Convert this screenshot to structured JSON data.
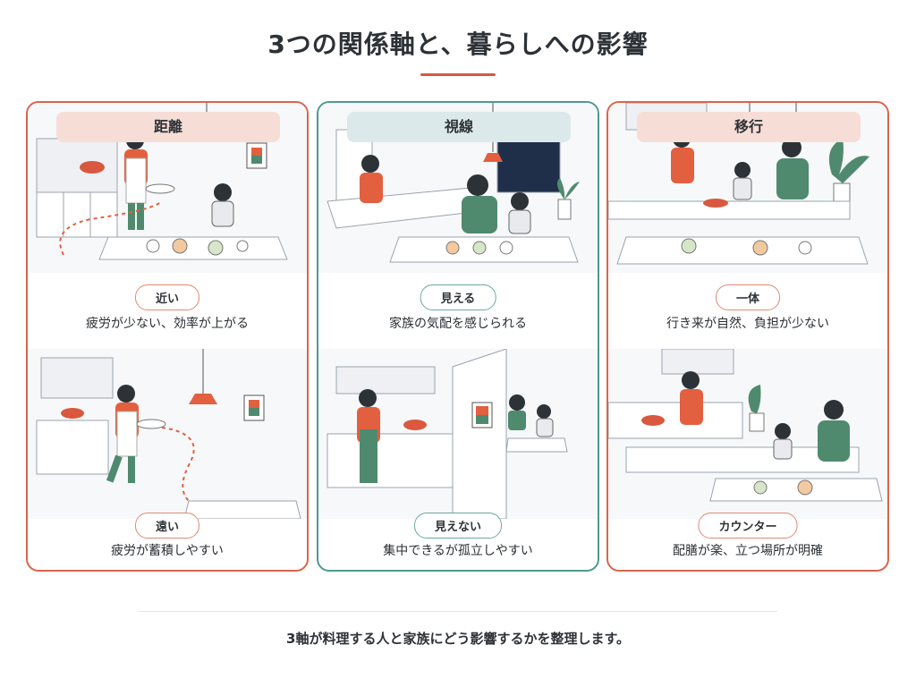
{
  "title": "3つの関係軸と、暮らしへの影響",
  "panels": [
    {
      "heading": "距離",
      "top_label": "近い",
      "top_desc": "疲労が少ない、効率が上がる",
      "bottom_label": "遠い",
      "bottom_desc": "疲労が蓄積しやすい"
    },
    {
      "heading": "視線",
      "top_label": "見える",
      "top_desc": "家族の気配を感じられる",
      "bottom_label": "見えない",
      "bottom_desc": "集中できるが孤立しやすい"
    },
    {
      "heading": "移行",
      "top_label": "一体",
      "top_desc": "行き来が自然、負担が少ない",
      "bottom_label": "カウンター",
      "bottom_desc": "配膳が楽、立つ場所が明確"
    }
  ],
  "footer": "3軸が料理する人と家族にどう影響するかを整理します。",
  "colors": {
    "accent": "#d9583f",
    "teal": "#4e9a90",
    "green_shirt": "#4f8a6e",
    "orange_shirt": "#e2603f"
  }
}
